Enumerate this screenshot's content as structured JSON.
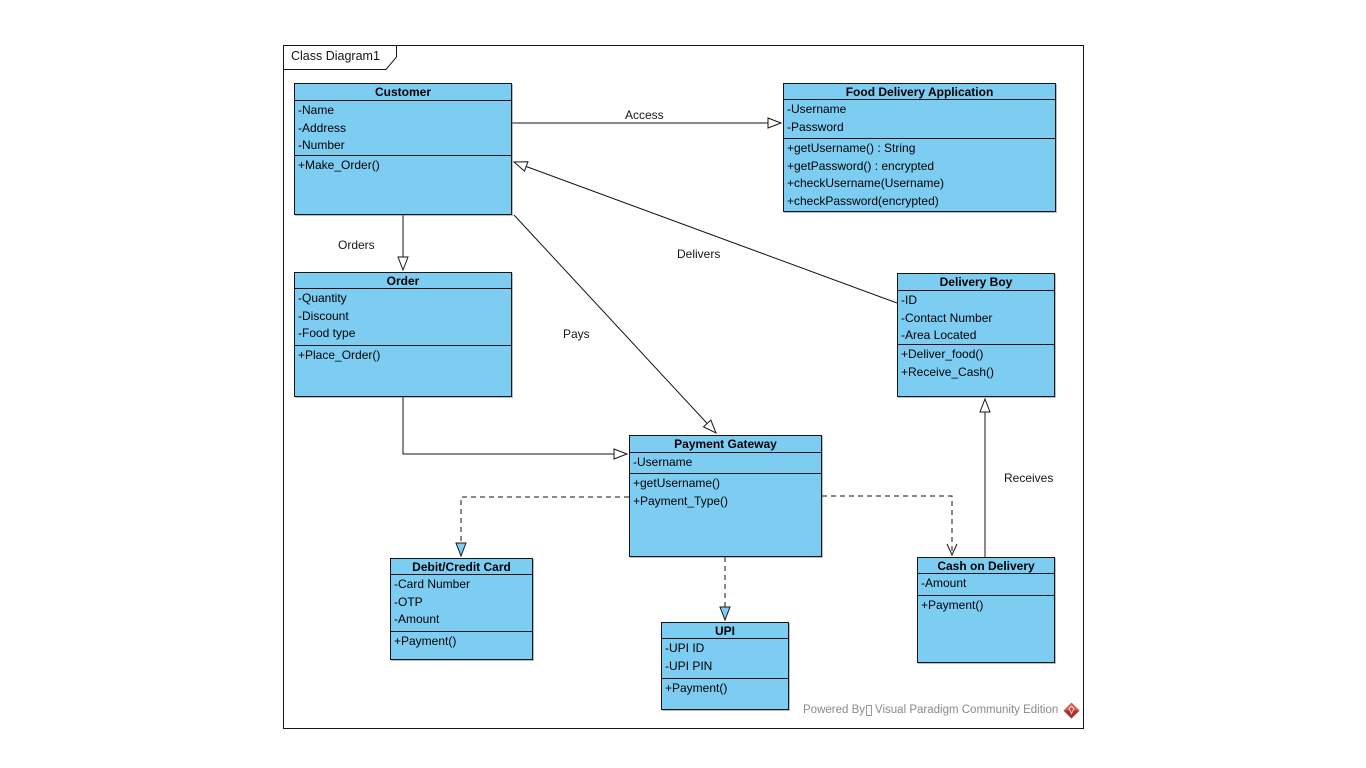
{
  "diagram": {
    "frame_title": "Class Diagram1",
    "footer": {
      "powered_by": "Powered By",
      "edition": "Visual Paradigm Community Edition"
    },
    "colors": {
      "class_fill": "#7DCDF2",
      "line": "#161616",
      "footer_text": "#8a8a8a",
      "logo_red_light": "#E05C52",
      "logo_red_dark": "#B02E28"
    }
  },
  "classes": [
    {
      "name": "Customer",
      "attributes": [
        "-Name",
        "-Address",
        "-Number"
      ],
      "operations": [
        "+Make_Order()"
      ]
    },
    {
      "name": "Food Delivery Application",
      "attributes": [
        "-Username",
        "-Password"
      ],
      "operations": [
        "+getUsername() : String",
        "+getPassword() : encrypted",
        "+checkUsername(Username)",
        "+checkPassword(encrypted)"
      ]
    },
    {
      "name": "Order",
      "attributes": [
        "-Quantity",
        "-Discount",
        "-Food type"
      ],
      "operations": [
        "+Place_Order()"
      ]
    },
    {
      "name": "Delivery Boy",
      "attributes": [
        "-ID",
        "-Contact Number",
        "-Area Located"
      ],
      "operations": [
        "+Deliver_food()",
        "+Receive_Cash()"
      ]
    },
    {
      "name": "Payment Gateway",
      "attributes": [
        "-Username"
      ],
      "operations": [
        "+getUsername()",
        "+Payment_Type()"
      ]
    },
    {
      "name": "Debit/Credit Card",
      "attributes": [
        "-Card Number",
        "-OTP",
        "-Amount"
      ],
      "operations": [
        "+Payment()"
      ]
    },
    {
      "name": "UPI",
      "attributes": [
        "-UPI ID",
        "-UPI PIN"
      ],
      "operations": [
        "+Payment()"
      ]
    },
    {
      "name": "Cash on Delivery",
      "attributes": [
        "-Amount"
      ],
      "operations": [
        "+Payment()"
      ]
    }
  ],
  "connectors": [
    {
      "label": "Access",
      "from": "Customer",
      "to": "Food Delivery Application",
      "line": "solid",
      "arrow": "open-triangle"
    },
    {
      "label": "Orders",
      "from": "Customer",
      "to": "Order",
      "line": "solid",
      "arrow": "open-triangle"
    },
    {
      "label": "Delivers",
      "from": "Delivery Boy",
      "to": "Customer",
      "line": "solid",
      "arrow": "open-triangle"
    },
    {
      "label": "Pays",
      "from": "Customer",
      "to": "Payment Gateway",
      "line": "solid",
      "arrow": "open-triangle"
    },
    {
      "label": "",
      "from": "Order",
      "to": "Payment Gateway",
      "line": "solid",
      "arrow": "open-triangle"
    },
    {
      "label": "",
      "from": "Payment Gateway",
      "to": "Debit/Credit Card",
      "line": "dashed",
      "arrow": "filled-triangle"
    },
    {
      "label": "",
      "from": "Payment Gateway",
      "to": "UPI",
      "line": "dashed",
      "arrow": "filled-triangle"
    },
    {
      "label": "",
      "from": "Payment Gateway",
      "to": "Cash on Delivery",
      "line": "dashed",
      "arrow": "open-vee"
    },
    {
      "label": "Receives",
      "from": "Cash on Delivery",
      "to": "Delivery Boy",
      "line": "solid",
      "arrow": "open-triangle"
    }
  ]
}
